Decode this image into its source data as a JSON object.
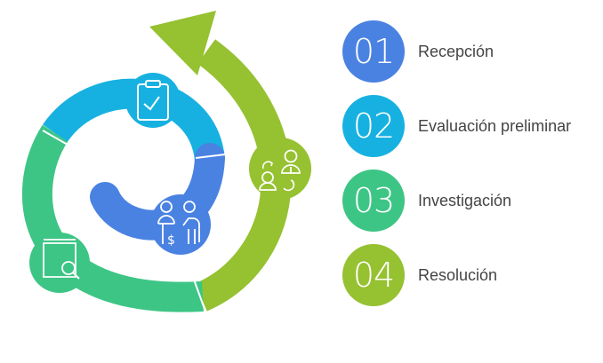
{
  "colors": {
    "blue": "#4A82E2",
    "cyan": "#17B1E1",
    "green": "#3DC585",
    "lime": "#96C131"
  },
  "diagram": {
    "icons": [
      "clipboard-check-icon",
      "client-payment-icon",
      "document-search-icon",
      "handoff-people-icon"
    ]
  },
  "steps": [
    {
      "number": "01",
      "label": "Recepción",
      "color": "#4A82E2"
    },
    {
      "number": "02",
      "label": "Evaluación preliminar",
      "color": "#17B1E1"
    },
    {
      "number": "03",
      "label": "Investigación",
      "color": "#3DC585"
    },
    {
      "number": "04",
      "label": "Resolución",
      "color": "#96C131"
    }
  ]
}
